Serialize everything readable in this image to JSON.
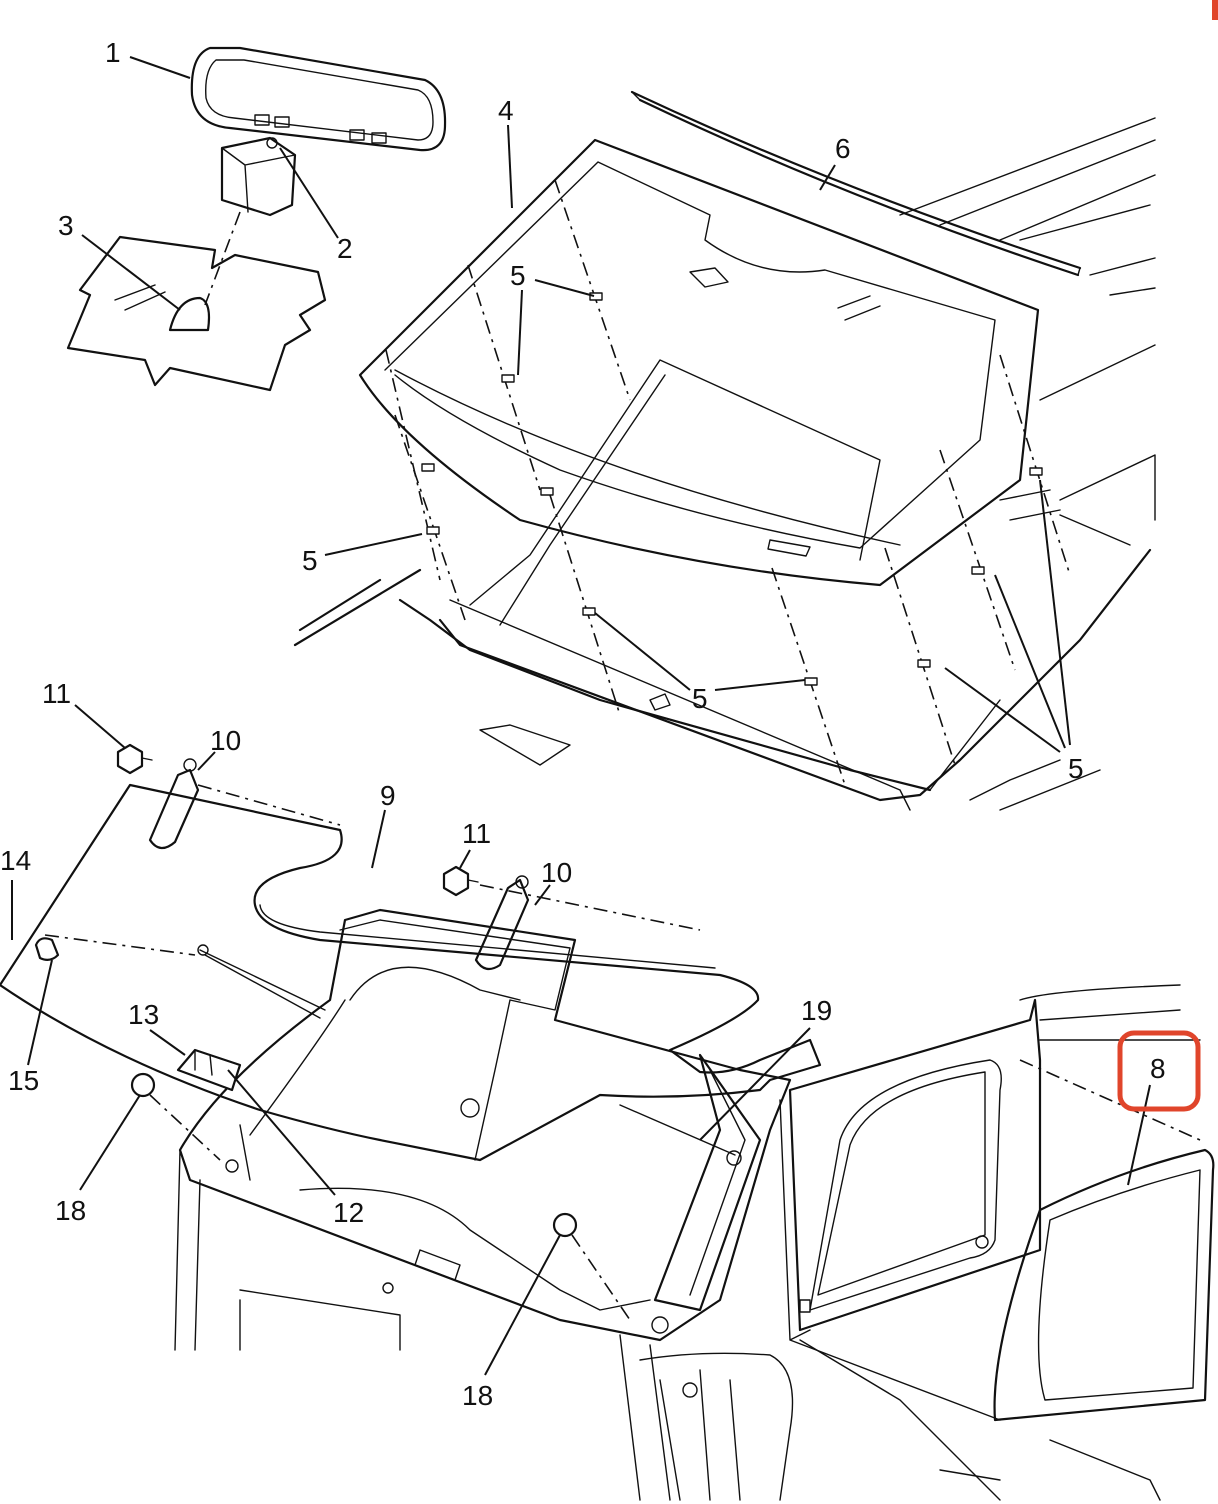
{
  "labels": {
    "l1": "1",
    "l2": "2",
    "l3": "3",
    "l4": "4",
    "l5a": "5",
    "l5b": "5",
    "l5c": "5",
    "l5d": "5",
    "l6": "6",
    "l8": "8",
    "l9": "9",
    "l10a": "10",
    "l10b": "10",
    "l11a": "11",
    "l11b": "11",
    "l12": "12",
    "l13": "13",
    "l14": "14",
    "l15": "15",
    "l18a": "18",
    "l18b": "18",
    "l19": "19"
  },
  "highlight": {
    "label": "8",
    "color": "#e0452b"
  }
}
